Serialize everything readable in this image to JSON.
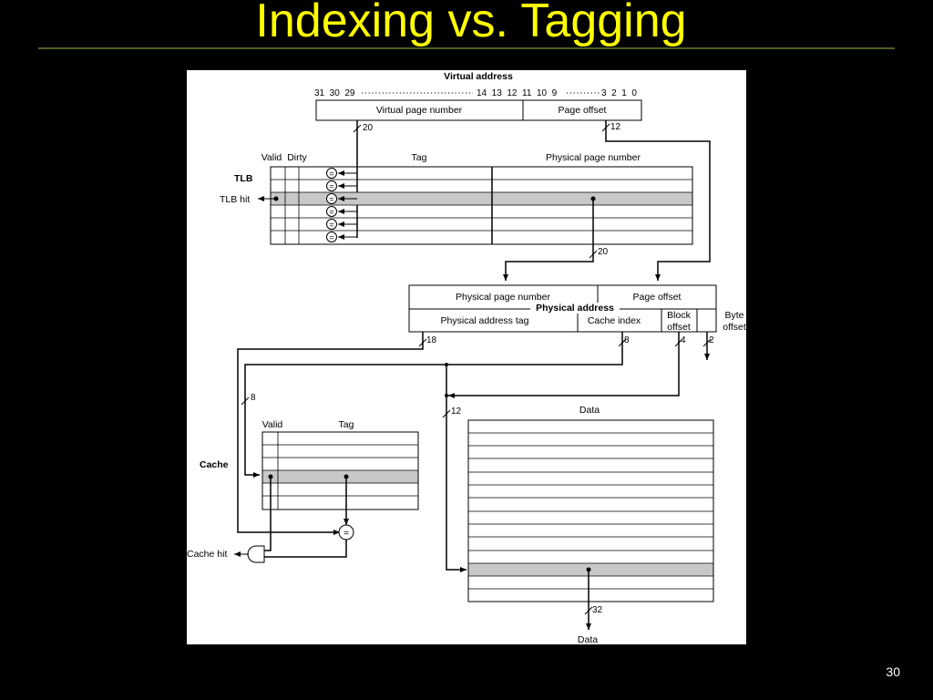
{
  "slide": {
    "title": "Indexing vs. Tagging",
    "page_number": "30",
    "colors": {
      "background": "#000000",
      "title": "#FFFF00",
      "rule": "#4F6128",
      "highlight": "#C8C8C8"
    }
  },
  "diagram": {
    "virtual_address": {
      "heading": "Virtual address",
      "bits_left": "31  30  29",
      "bits_mid": "14  13  12  11  10  9",
      "bits_right": "3  2  1  0",
      "vpn_label": "Virtual page number",
      "offset_label": "Page offset",
      "vpn_width": "20",
      "offset_width": "12"
    },
    "tlb": {
      "title": "TLB",
      "col_valid": "Valid",
      "col_dirty": "Dirty",
      "col_tag": "Tag",
      "col_ppn": "Physical page number",
      "hit_label": "TLB hit",
      "comparator_symbol": "=",
      "ppn_width": "20"
    },
    "physical_address": {
      "heading": "Physical address",
      "ppn_label": "Physical page number",
      "offset_label": "Page offset",
      "tag_label": "Physical address tag",
      "index_label": "Cache index",
      "block_offset_line1": "Block",
      "block_offset_line2": "offset",
      "byte_offset_line1": "Byte",
      "byte_offset_line2": "offset",
      "tag_width": "18",
      "index_width": "8",
      "block_width": "4",
      "byte_width": "2"
    },
    "cache": {
      "title": "Cache",
      "col_valid": "Valid",
      "col_tag": "Tag",
      "index_width": "8",
      "data_index_width": "12",
      "data_label": "Data",
      "comparator_symbol": "=",
      "hit_label": "Cache hit",
      "output_width": "32",
      "output_label": "Data"
    }
  }
}
